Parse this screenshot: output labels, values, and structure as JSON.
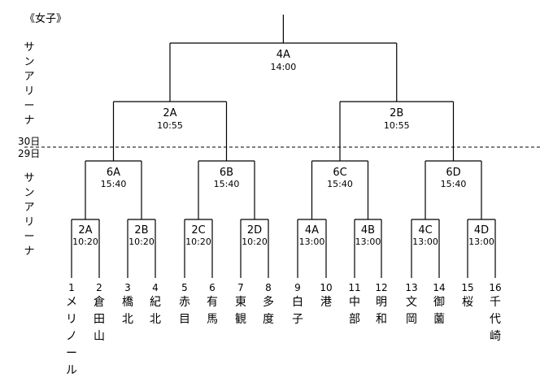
{
  "title": "《女子》",
  "dates": {
    "upper": "30日",
    "lower": "29日"
  },
  "venue_upper": "サンアリーナ",
  "venue_lower": "サンアリーナ",
  "matches": {
    "final": {
      "court": "4A",
      "time": "14:00"
    },
    "semis": [
      {
        "court": "2A",
        "time": "10:55"
      },
      {
        "court": "2B",
        "time": "10:55"
      }
    ],
    "quarters": [
      {
        "court": "6A",
        "time": "15:40"
      },
      {
        "court": "6B",
        "time": "15:40"
      },
      {
        "court": "6C",
        "time": "15:40"
      },
      {
        "court": "6D",
        "time": "15:40"
      }
    ],
    "round1": [
      {
        "court": "2A",
        "time": "10:20"
      },
      {
        "court": "2B",
        "time": "10:20"
      },
      {
        "court": "2C",
        "time": "10:20"
      },
      {
        "court": "2D",
        "time": "10:20"
      },
      {
        "court": "4A",
        "time": "13:00"
      },
      {
        "court": "4B",
        "time": "13:00"
      },
      {
        "court": "4C",
        "time": "13:00"
      },
      {
        "court": "4D",
        "time": "13:00"
      }
    ]
  },
  "teams": [
    {
      "num": "1",
      "name": "メリノール"
    },
    {
      "num": "2",
      "name": "倉田山"
    },
    {
      "num": "3",
      "name": "橋北"
    },
    {
      "num": "4",
      "name": "紀北"
    },
    {
      "num": "5",
      "name": "赤目"
    },
    {
      "num": "6",
      "name": "有馬"
    },
    {
      "num": "7",
      "name": "東観"
    },
    {
      "num": "8",
      "name": "多度"
    },
    {
      "num": "9",
      "name": "白子"
    },
    {
      "num": "10",
      "name": "港"
    },
    {
      "num": "11",
      "name": "中部"
    },
    {
      "num": "12",
      "name": "明和"
    },
    {
      "num": "13",
      "name": "文岡"
    },
    {
      "num": "14",
      "name": "御薗"
    },
    {
      "num": "15",
      "name": "桜"
    },
    {
      "num": "16",
      "name": "千代崎"
    }
  ]
}
